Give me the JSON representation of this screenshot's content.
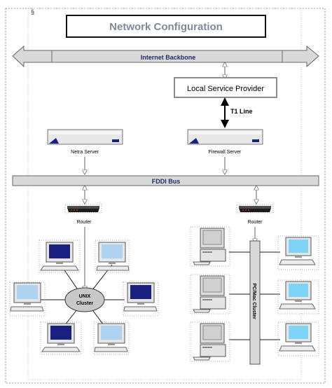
{
  "corner_mark": "§",
  "title": "Network Configuration",
  "backbone_label": "Internet Backbone",
  "provider_label": "Local Service Provider",
  "t1_label": "T1 Line",
  "netra_label": "Netra Server",
  "firewall_label": "Firewall Server",
  "bus_label": "FDDI Bus",
  "router_left_label": "Router",
  "router_right_label": "Router",
  "unix_cluster": {
    "line1": "UNIX",
    "line2": "Cluster"
  },
  "pc_cluster_label": "PC/Mac Cluster",
  "colors": {
    "title_text": "#7f8a96",
    "backbone_fill": "#d9d9d9",
    "bus_fill": "#d9d9d9",
    "navy_text": "#1f2a6b",
    "crt_blue_dark": "#1a2080",
    "crt_blue_light": "#aed3f0",
    "crt_cyan": "#7fd4f5",
    "router_led": "#cc2020"
  }
}
